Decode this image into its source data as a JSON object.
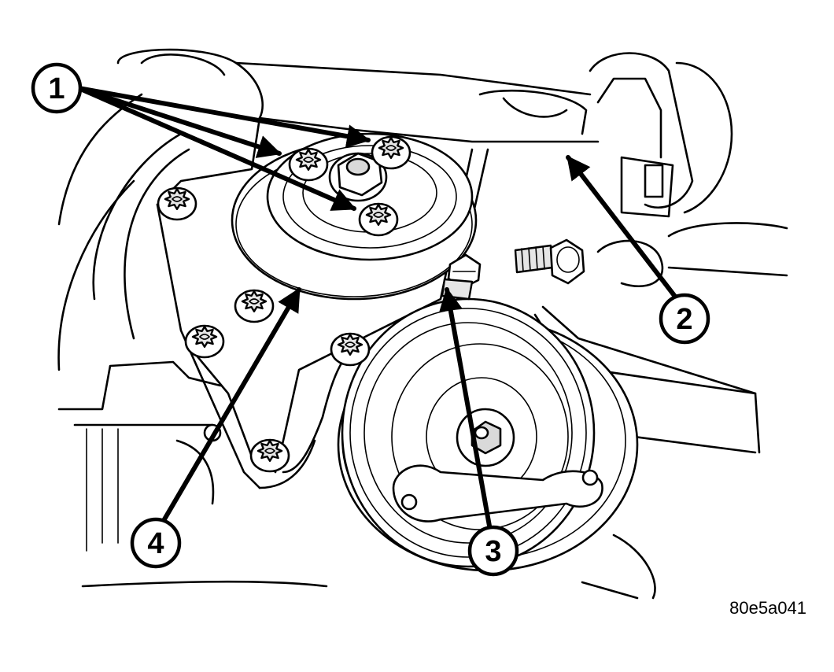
{
  "figure": {
    "id_label": "80e5a041"
  },
  "callouts": [
    {
      "number": "1"
    },
    {
      "number": "2"
    },
    {
      "number": "3"
    },
    {
      "number": "4"
    }
  ],
  "colors": {
    "line": "#000000",
    "fill": "#ffffff",
    "shade": "#d9d9d9"
  }
}
